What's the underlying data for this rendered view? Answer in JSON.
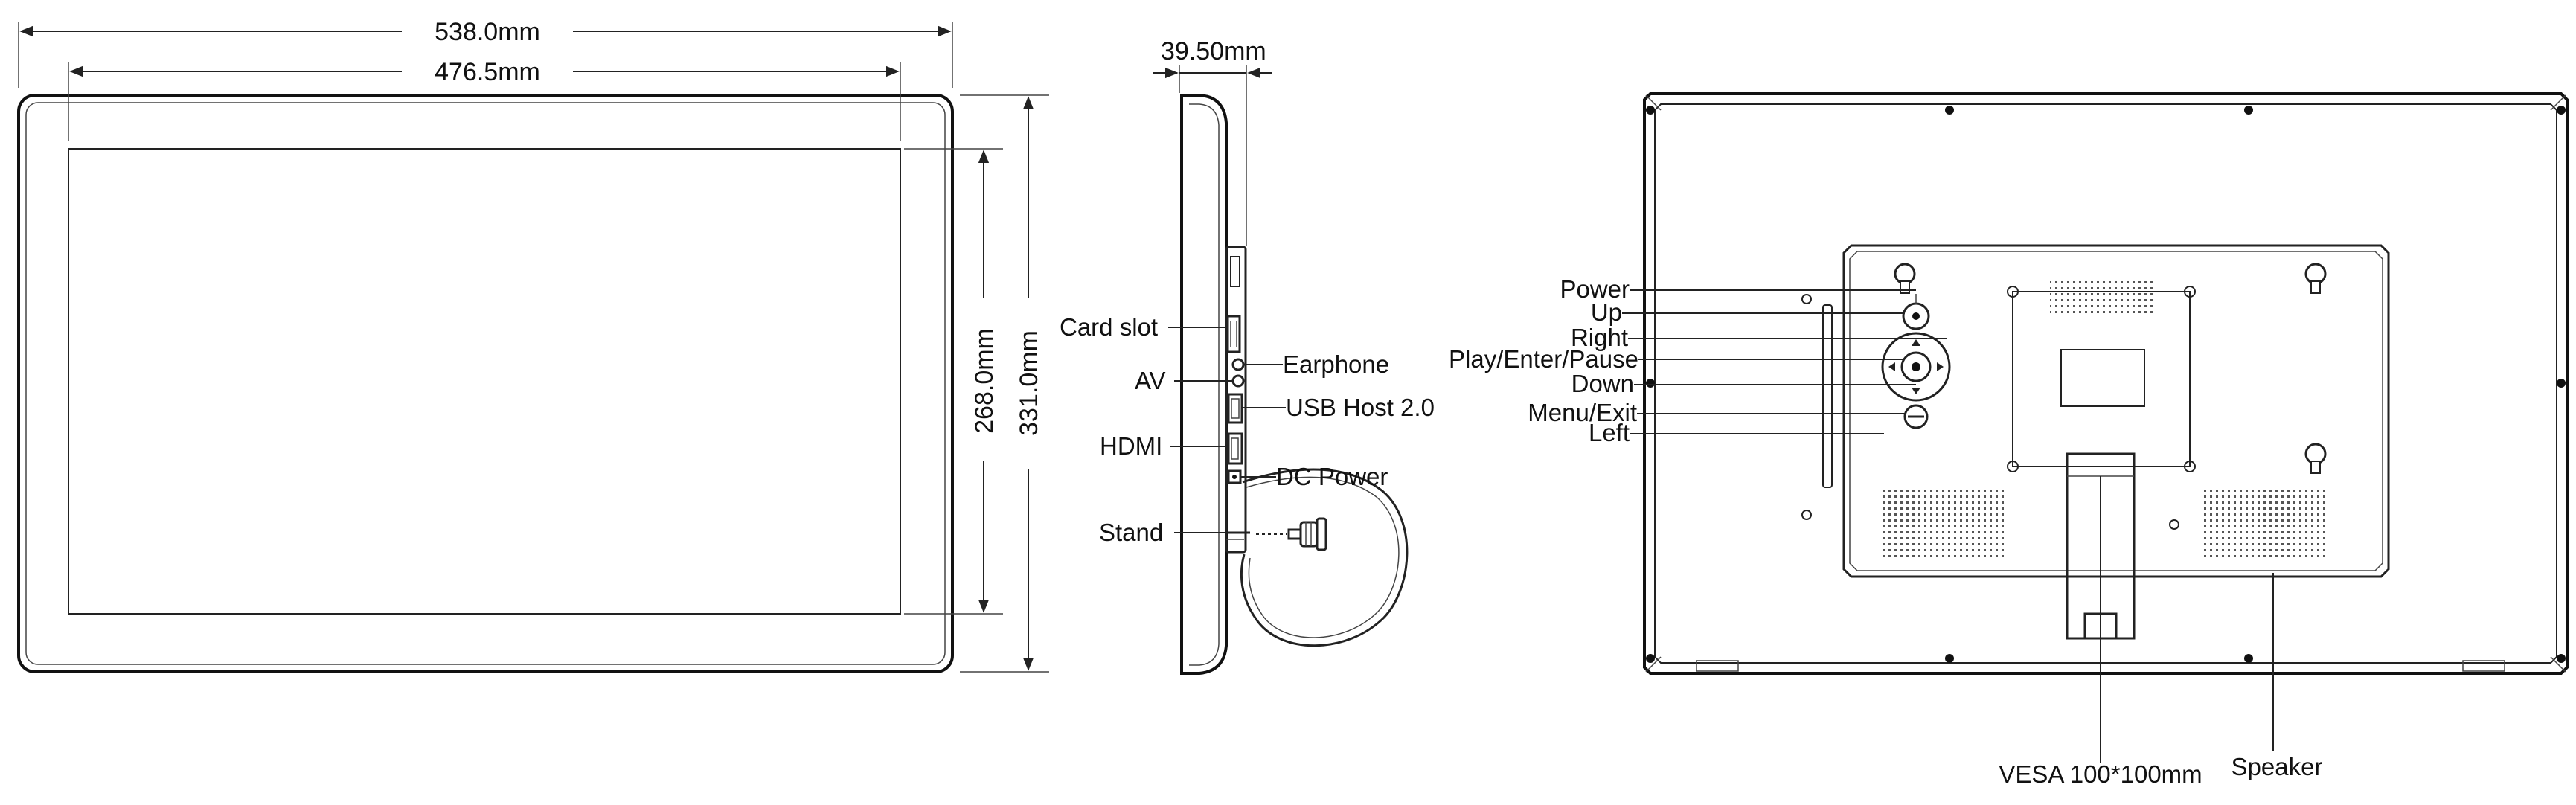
{
  "front_view": {
    "width_outer": "538.0mm",
    "width_active": "476.5mm",
    "height_active": "268.0mm",
    "height_outer": "331.0mm"
  },
  "side_view": {
    "depth": "39.50mm",
    "ports": {
      "card_slot": "Card slot",
      "earphone": "Earphone",
      "av": "AV",
      "usb": "USB Host 2.0",
      "hdmi": "HDMI",
      "dc_power": "DC Power",
      "stand": "Stand"
    }
  },
  "rear_view": {
    "buttons": {
      "power": "Power",
      "up": "Up",
      "right": "Right",
      "play": "Play/Enter/Pause",
      "down": "Down",
      "menu": "Menu/Exit",
      "left": "Left"
    },
    "vesa": "VESA 100*100mm",
    "speaker": "Speaker"
  }
}
